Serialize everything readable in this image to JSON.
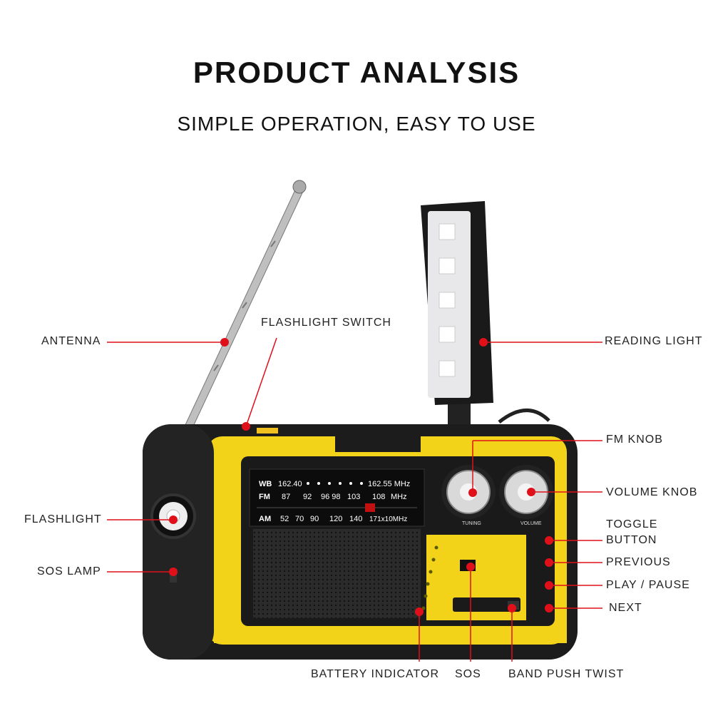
{
  "title": "PRODUCT ANALYSIS",
  "subtitle": "SIMPLE OPERATION, EASY TO USE",
  "labels": {
    "antenna": "ANTENNA",
    "flashlight_switch": "FLASHLIGHT SWITCH",
    "reading_light": "READING LIGHT",
    "fm_knob": "FM KNOB",
    "volume_knob": "VOLUME KNOB",
    "toggle_button_1": "TOGGLE",
    "toggle_button_2": "BUTTON",
    "previous": "PREVIOUS",
    "play_pause": "PLAY / PAUSE",
    "next": "NEXT",
    "flashlight": "FLASHLIGHT",
    "sos_lamp": "SOS LAMP",
    "battery_indicator": "BATTERY INDICATOR",
    "sos": "SOS",
    "band_push_twist": "BAND PUSH TWIST"
  },
  "dial": {
    "wb_label": "WB",
    "wb_start": "162.40",
    "wb_end": "162.55 MHz",
    "fm_label": "FM",
    "fm_ticks": [
      "87",
      "92",
      "96 98",
      "103",
      "108"
    ],
    "fm_unit": "MHz",
    "am_label": "AM",
    "am_ticks": [
      "52",
      "70",
      "90",
      "120",
      "140",
      "171x10MHz"
    ]
  },
  "knobs": {
    "tuning": "TUNING",
    "volume": "VOLUME"
  },
  "colors": {
    "accent": "#e0101a",
    "body_yellow": "#f3d21a",
    "body_black": "#1c1c1c"
  }
}
